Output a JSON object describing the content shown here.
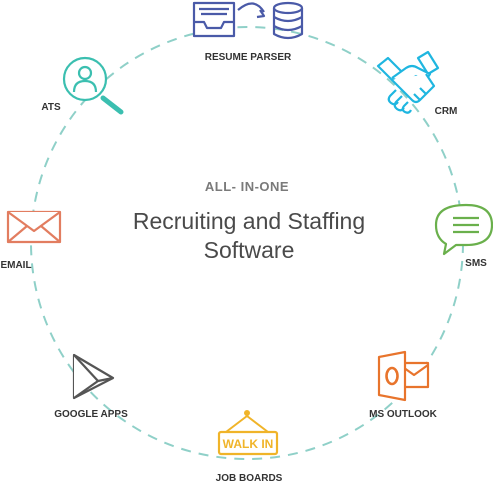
{
  "center": {
    "kicker": "ALL- IN-ONE",
    "title_line1": "Recruiting and Staffing",
    "title_line2": "Software"
  },
  "nodes": {
    "resume_parser": {
      "label": "RESUME PARSER",
      "icon": "inbox-tray-to-database-icon",
      "color": "#4a5aa8"
    },
    "crm": {
      "label": "CRM",
      "icon": "handshake-icon",
      "color": "#1fb6e0"
    },
    "sms": {
      "label": "SMS",
      "icon": "speech-bubble-icon",
      "color": "#6ab04c"
    },
    "ms_outlook": {
      "label": "MS OUTLOOK",
      "icon": "outlook-icon",
      "color": "#e8742c"
    },
    "job_boards": {
      "label": "JOB BOARDS",
      "icon": "hanging-sign-icon",
      "color": "#f0b429",
      "sign_text": "WALK IN"
    },
    "google_apps": {
      "label": "GOOGLE APPS",
      "icon": "play-triangle-icon",
      "color": "#555555"
    },
    "email": {
      "label": "EMAIL",
      "icon": "envelope-icon",
      "color": "#e27d60"
    },
    "ats": {
      "label": "ATS",
      "icon": "search-user-icon",
      "color": "#3bbfb0"
    }
  },
  "colors": {
    "ring": "#8fd0c8",
    "text": "#333333"
  }
}
